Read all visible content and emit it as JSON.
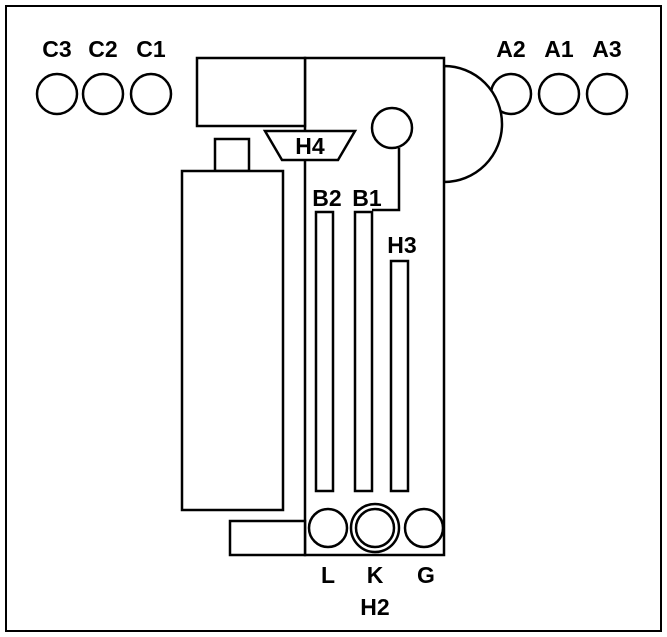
{
  "labels": {
    "c3": "C3",
    "c2": "C2",
    "c1": "C1",
    "a2": "A2",
    "a1": "A1",
    "a3": "A3",
    "h4": "H4",
    "b2": "B2",
    "b1": "B1",
    "h3": "H3",
    "l": "L",
    "k": "K",
    "g": "G",
    "h2": "H2"
  },
  "colors": {
    "stroke": "#000000",
    "background": "#ffffff"
  }
}
